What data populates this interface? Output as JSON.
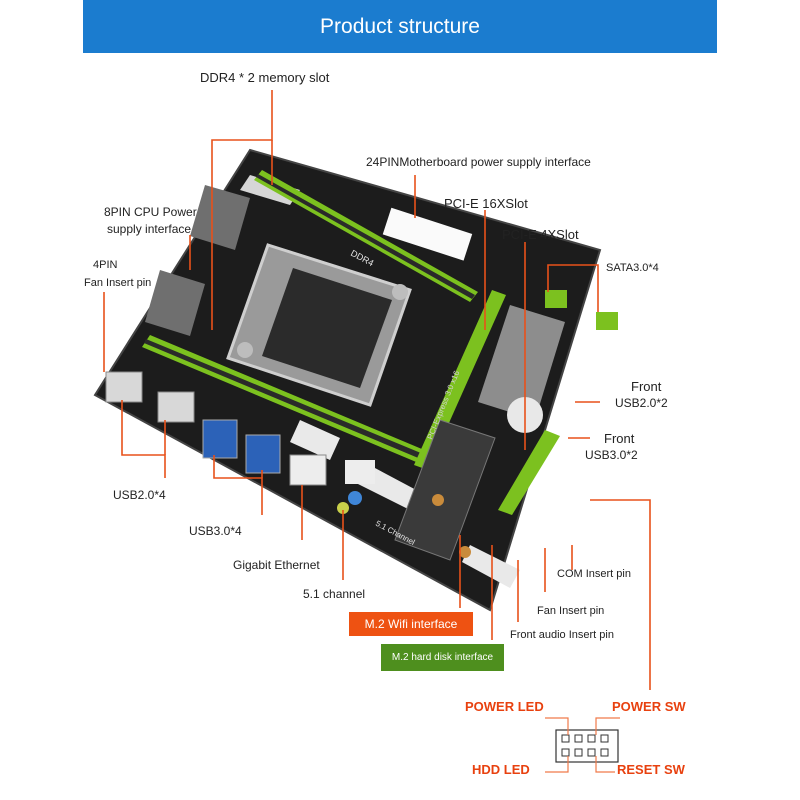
{
  "header": {
    "title": "Product structure"
  },
  "labels": {
    "ddr4": "DDR4 * 2 memory slot",
    "power24": "24PINMotherboard power supply interface",
    "cpu8_line1": "8PIN CPU Power",
    "cpu8_line2": "supply interface",
    "pcie16": "PCI-E 16XSlot",
    "pcie4": "PCI-E 4XSlot",
    "fan4_line1": "4PIN",
    "fan4_line2": "Fan Insert pin",
    "sata": "SATA3.0*4",
    "front_usb2_line1": "Front",
    "front_usb2_line2": "USB2.0*2",
    "front_usb3_line1": "Front",
    "front_usb3_line2": "USB3.0*2",
    "usb2": "USB2.0*4",
    "usb3": "USB3.0*4",
    "ethernet": "Gigabit Ethernet",
    "audio": "5.1 channel",
    "com": "COM Insert pin",
    "fan": "Fan Insert pin",
    "front_audio": "Front audio Insert pin",
    "m2_wifi": "M.2 Wifi interface",
    "m2_disk": "M.2 hard disk interface"
  },
  "pin_header": {
    "power_led": "POWER LED",
    "power_sw": "POWER SW",
    "hdd_led": "HDD  LED",
    "reset_sw": "RESET SW"
  },
  "board_silkscreen": {
    "ddr_text": "DDR4",
    "pcie_text": "PCI-Express 3.0 x16",
    "audio_text": "5.1 Channel"
  },
  "colors": {
    "banner": "#1b7ccf",
    "callout_line": "#e8511a",
    "wifi_tag": "#ee5212",
    "disk_tag": "#4e8f1e",
    "slot_green": "#7cc11f",
    "pcb": "#1c1c1c"
  }
}
